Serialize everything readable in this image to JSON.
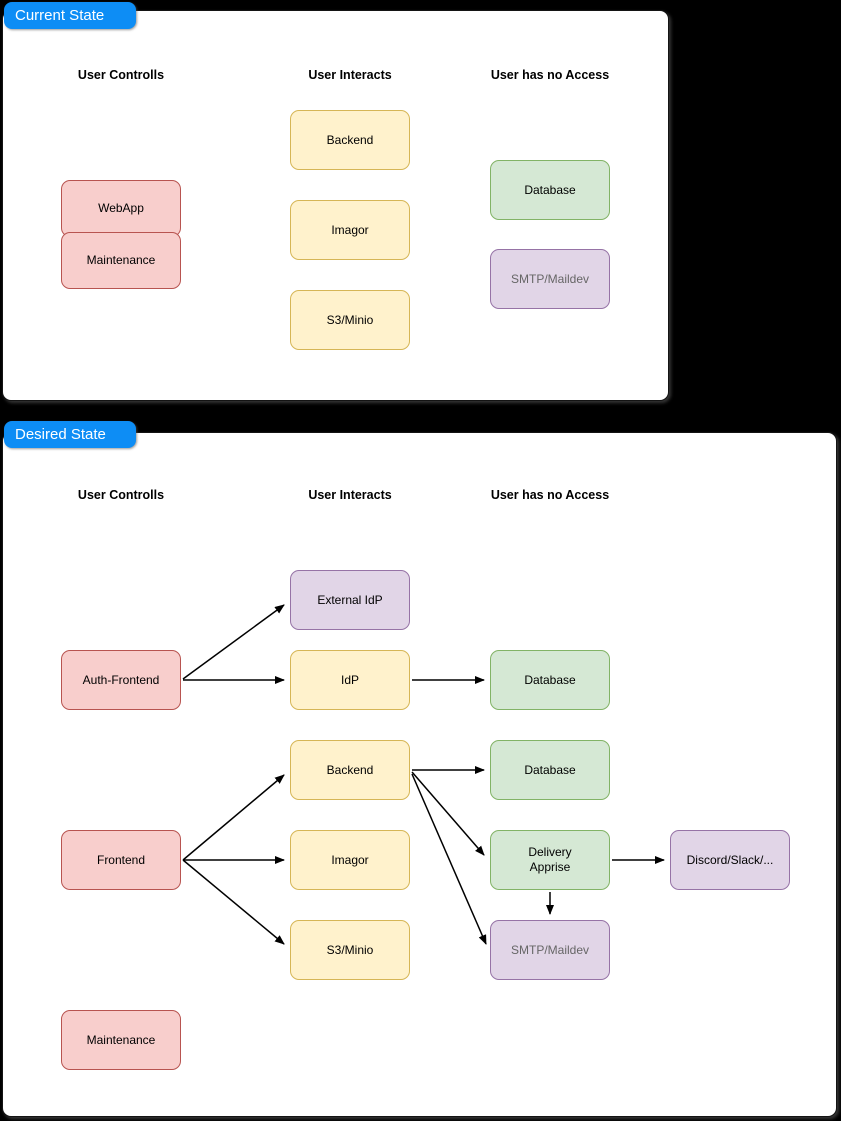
{
  "colors": {
    "background": "#000000",
    "panel_bg": "#ffffff",
    "panel_border": "#141414",
    "tab_bg": "#0d8df5",
    "tab_text": "#ffffff",
    "red_fill": "#f8cecc",
    "red_stroke": "#b85450",
    "yellow_fill": "#fff2cc",
    "yellow_stroke": "#d6b656",
    "green_fill": "#d5e8d4",
    "green_stroke": "#82b366",
    "purple_fill": "#e1d5e7",
    "purple_stroke": "#9673a6",
    "arrow": "#000000",
    "label_text": "#000000",
    "muted_label_text": "#666666"
  },
  "panels": {
    "current": {
      "title": "Current State",
      "headers": [
        "User Controlls",
        "User Interacts",
        "User has no Access"
      ],
      "nodes": {
        "webapp": "WebApp",
        "maintenance": "Maintenance",
        "backend": "Backend",
        "imagor": "Imagor",
        "s3minio": "S3/Minio",
        "database": "Database",
        "smtp": "SMTP/Maildev"
      }
    },
    "desired": {
      "title": "Desired State",
      "headers": [
        "User Controlls",
        "User Interacts",
        "User has no Access"
      ],
      "nodes": {
        "external_idp": "External IdP",
        "auth_frontend": "Auth-Frontend",
        "idp": "IdP",
        "database_idp": "Database",
        "backend": "Backend",
        "database_backend": "Database",
        "frontend": "Frontend",
        "imagor": "Imagor",
        "delivery": "Delivery\nApprise",
        "discord": "Discord/Slack/...",
        "s3minio": "S3/Minio",
        "smtp": "SMTP/Maildev",
        "maintenance": "Maintenance"
      },
      "edges": [
        "Auth-Frontend -> External IdP",
        "Auth-Frontend -> IdP",
        "IdP -> Database",
        "Frontend -> Backend",
        "Frontend -> Imagor",
        "Frontend -> S3/Minio",
        "Backend -> Database",
        "Backend -> Delivery Apprise",
        "Backend -> SMTP/Maildev",
        "Delivery Apprise -> Discord/Slack/...",
        "Delivery Apprise -> SMTP/Maildev"
      ]
    }
  }
}
